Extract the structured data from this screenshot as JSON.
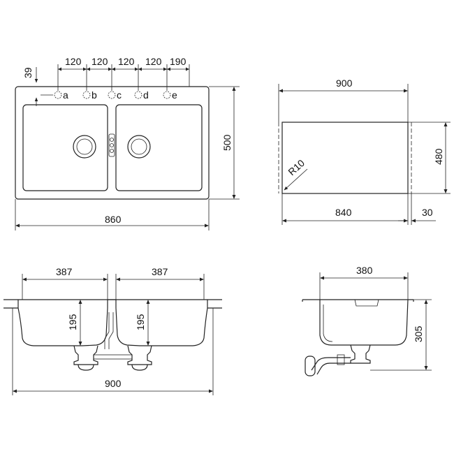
{
  "top_view": {
    "width": "860",
    "height": "500",
    "hole_offset": "39",
    "spacings": [
      "120",
      "120",
      "120",
      "120",
      "190"
    ],
    "hole_labels": [
      "a",
      "b",
      "c",
      "d",
      "e"
    ]
  },
  "side_view": {
    "outer_width": "900",
    "inner_width": "840",
    "rim": "30",
    "height": "480",
    "radius": "R10"
  },
  "front_view": {
    "bowl_left_width": "387",
    "bowl_right_width": "387",
    "bowl_left_depth": "195",
    "bowl_right_depth": "195",
    "overall_width": "900"
  },
  "section_view": {
    "width": "380",
    "depth": "305"
  }
}
